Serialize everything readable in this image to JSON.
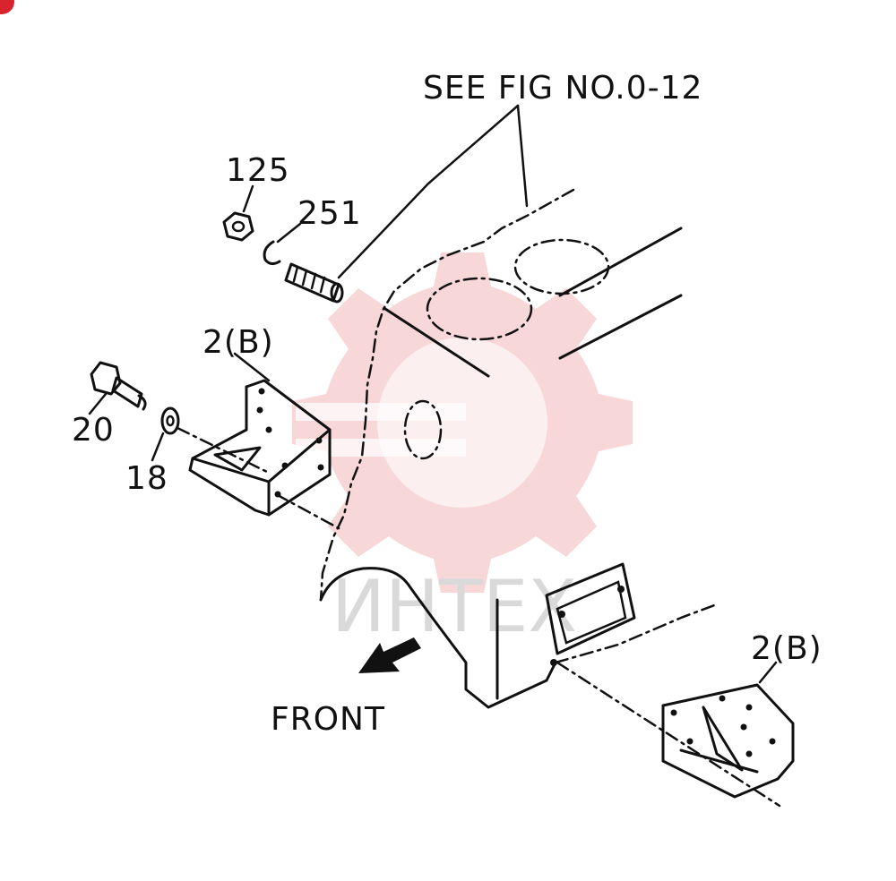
{
  "diagram": {
    "reference_note": "SEE FIG NO.0-12",
    "direction_label": "FRONT",
    "watermark_text": "ИНТЕХ",
    "callouts": [
      {
        "id": "nut",
        "label": "125"
      },
      {
        "id": "washer_small",
        "label": "251"
      },
      {
        "id": "bracket_upper",
        "label": "2(B)"
      },
      {
        "id": "bolt",
        "label": "20"
      },
      {
        "id": "washer",
        "label": "18"
      },
      {
        "id": "bracket_lower",
        "label": "2(B)"
      }
    ]
  },
  "colors": {
    "line": "#111111",
    "watermark_gear": "#f6c9cc",
    "watermark_text": "#d9d9d9",
    "badge": "#d9232e"
  }
}
